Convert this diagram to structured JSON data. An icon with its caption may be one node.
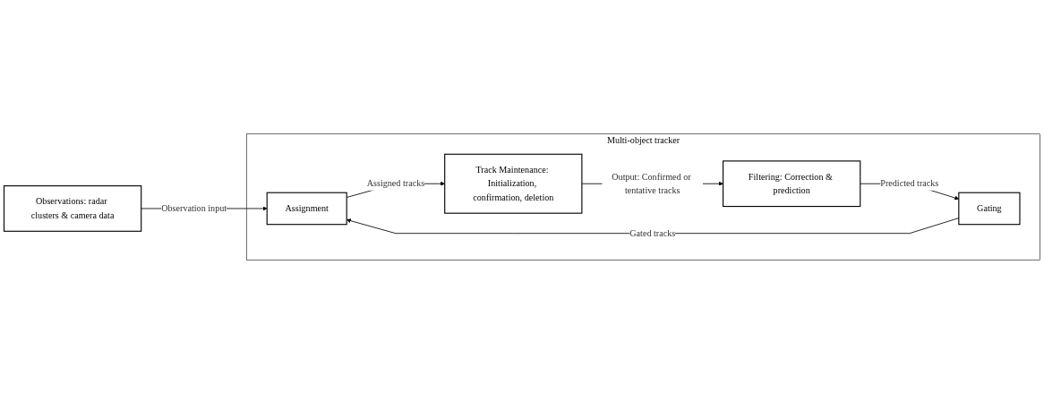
{
  "diagram": {
    "nodes": [
      {
        "text": [
          "Multi-object tracker"
        ]
      },
      {
        "text": [
          "Observations: radar clusters & camera data"
        ]
      },
      {
        "text": [
          "Assignment"
        ],
        "in": 0
      },
      {
        "text": [
          "Track Maintenance: Initialization, confirmation, deletion"
        ],
        "in": 0
      },
      {
        "text": [
          "Filtering: Correction & prediction"
        ],
        "in": 0
      },
      {
        "text": [
          "Gating"
        ],
        "in": 0
      }
    ],
    "edges": [
      {
        "from": 1,
        "to": 2,
        "arrow": "to",
        "label": "Observation input"
      },
      {
        "from": 2,
        "to": 3,
        "arrow": "to",
        "label": "Assigned tracks"
      },
      {
        "from": 3,
        "to": 4,
        "arrow": "to",
        "label": "Output: Confirmed or tentative tracks"
      },
      {
        "from": 4,
        "to": 5,
        "arrow": "to",
        "label": "Predicted tracks"
      },
      {
        "from": 5,
        "to": 2,
        "arrow": "to",
        "label": "Gated tracks"
      }
    ]
  }
}
